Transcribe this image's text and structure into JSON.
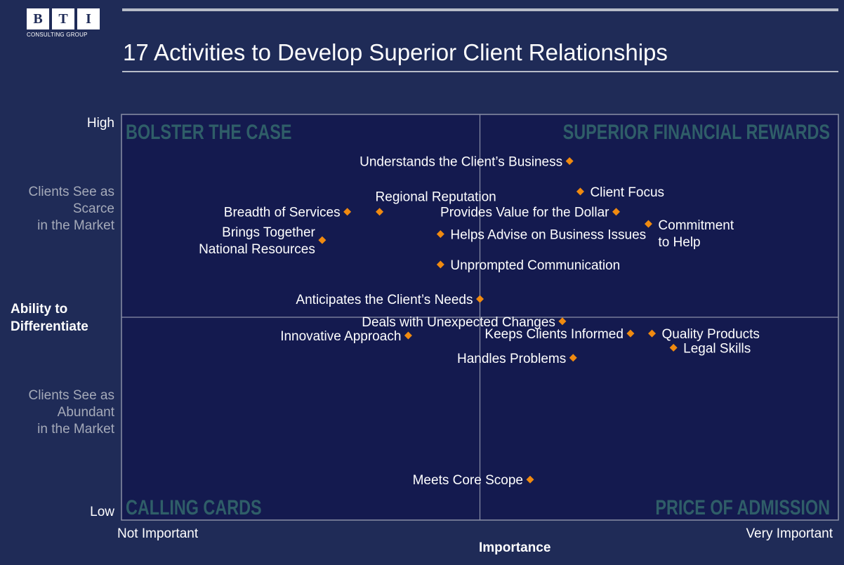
{
  "logo": {
    "letters": [
      "B",
      "T",
      "I"
    ],
    "subtitle": "CONSULTING GROUP"
  },
  "title": "17 Activities to Develop Superior Client Relationships",
  "colors": {
    "background": "#1f2b57",
    "plot": "#141a4f",
    "quadrant_label": "#2f5e68",
    "marker": "#f08a10",
    "grid": "#8a8fa6"
  },
  "y_axis": {
    "title_line1": "Ability to",
    "title_line2": "Differentiate",
    "high": "High",
    "low": "Low",
    "scarce": [
      "Clients See as",
      "Scarce",
      "in the Market"
    ],
    "abundant": [
      "Clients See as",
      "Abundant",
      "in the Market"
    ]
  },
  "x_axis": {
    "title": "Importance",
    "low": "Not Important",
    "high": "Very Important"
  },
  "chart_data": {
    "type": "scatter",
    "title": "17 Activities to Develop Superior Client Relationships",
    "xlabel": "Importance",
    "ylabel": "Ability to Differentiate",
    "xlim": [
      0,
      100
    ],
    "ylim": [
      0,
      100
    ],
    "grid": false,
    "quadrants": [
      "BOLSTER THE CASE",
      "SUPERIOR FINANCIAL REWARDS",
      "CALLING CARDS",
      "PRICE OF ADMISSION"
    ],
    "points": [
      {
        "label": "Understands the Client’s Business",
        "x": 62.5,
        "y": 88.5
      },
      {
        "label": "Client Focus",
        "x": 64.0,
        "y": 81.0
      },
      {
        "label": "Provides Value for the Dollar",
        "x": 69.0,
        "y": 76.0
      },
      {
        "label": "Commitment to Help",
        "x": 73.5,
        "y": 73.0
      },
      {
        "label": "Breadth of Services",
        "x": 31.5,
        "y": 76.0
      },
      {
        "label": "Regional Reputation",
        "x": 36.0,
        "y": 76.0
      },
      {
        "label": "Helps Advise on Business Issues",
        "x": 44.5,
        "y": 70.5
      },
      {
        "label": "Brings Together National Resources",
        "x": 28.0,
        "y": 69.0
      },
      {
        "label": "Unprompted Communication",
        "x": 44.5,
        "y": 63.0
      },
      {
        "label": "Anticipates the Client’s Needs",
        "x": 50.0,
        "y": 54.5
      },
      {
        "label": "Deals with Unexpected Changes",
        "x": 61.5,
        "y": 49.0
      },
      {
        "label": "Keeps Clients Informed",
        "x": 71.0,
        "y": 46.0
      },
      {
        "label": "Quality Products",
        "x": 74.0,
        "y": 46.0
      },
      {
        "label": "Legal Skills",
        "x": 77.0,
        "y": 42.5
      },
      {
        "label": "Innovative Approach",
        "x": 40.0,
        "y": 45.5
      },
      {
        "label": "Handles Problems",
        "x": 63.0,
        "y": 40.0
      },
      {
        "label": "Meets Core Scope",
        "x": 57.0,
        "y": 10.0
      }
    ]
  }
}
